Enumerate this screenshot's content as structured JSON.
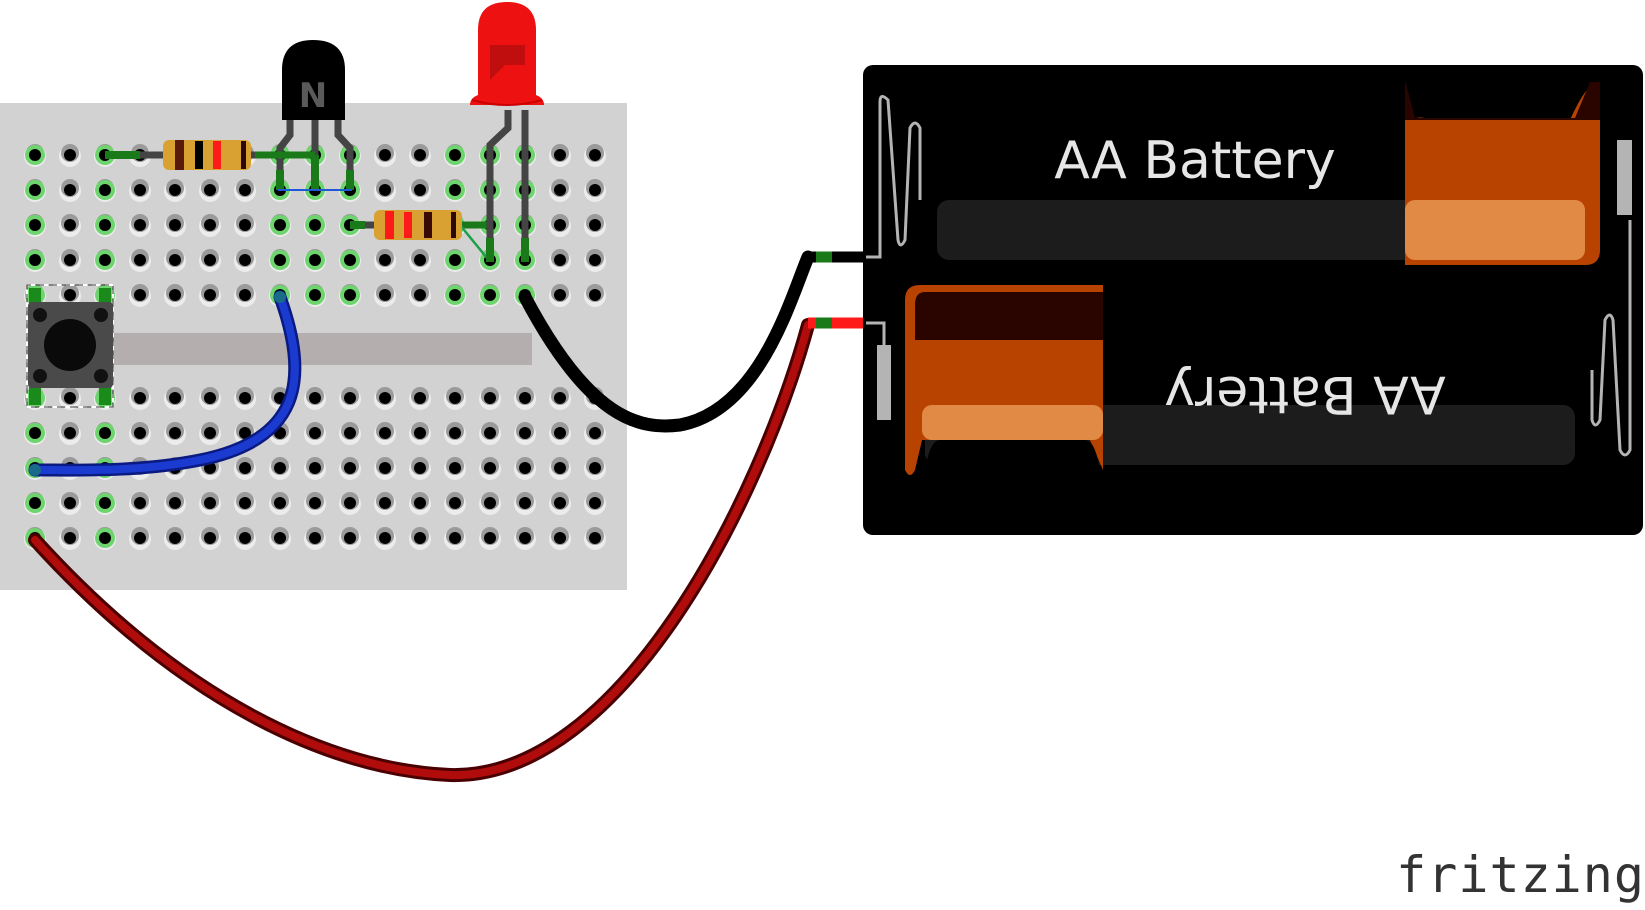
{
  "diagram": {
    "type": "breadboard-circuit",
    "tool_logo": "fritzing",
    "breadboard": {
      "columns": 17,
      "top_rows": 5,
      "bottom_rows": 5,
      "colors": {
        "body": "#d2d2d2",
        "channel": "#b4aeae",
        "hole": "#000000",
        "connected_glow": "#6ed46e"
      }
    },
    "components": [
      {
        "id": "Q1",
        "kind": "NPN transistor",
        "marking": "N",
        "legs_column": [
          8,
          9,
          10
        ]
      },
      {
        "id": "D1",
        "kind": "LED",
        "color": "#ee1111",
        "legs_column": [
          14,
          15
        ]
      },
      {
        "id": "R1",
        "kind": "resistor",
        "bands": [
          "#5a1a0a",
          "#000000",
          "#ff1a1a"
        ],
        "from_column": 3,
        "to_column": 8,
        "row": 1
      },
      {
        "id": "R2",
        "kind": "resistor",
        "bands": [
          "#ff1a1a",
          "#ff1a1a",
          "#3a0a05"
        ],
        "from_column": 10,
        "to_column": 14,
        "row": 3
      },
      {
        "id": "S1",
        "kind": "pushbutton",
        "columns": [
          1,
          3
        ]
      },
      {
        "id": "BT1",
        "kind": "2xAA battery holder",
        "labels": [
          "AA Battery",
          "AA Battery"
        ]
      }
    ],
    "wires": [
      {
        "id": "wire-blue",
        "color": "#1133cc"
      },
      {
        "id": "wire-black",
        "color": "#111111"
      },
      {
        "id": "wire-red",
        "color": "#aa0a0a"
      }
    ],
    "text": {
      "battery_top_label": "AA Battery",
      "battery_bottom_label": "AA Battery",
      "transistor_marking": "N",
      "logo": "fritzing"
    }
  }
}
